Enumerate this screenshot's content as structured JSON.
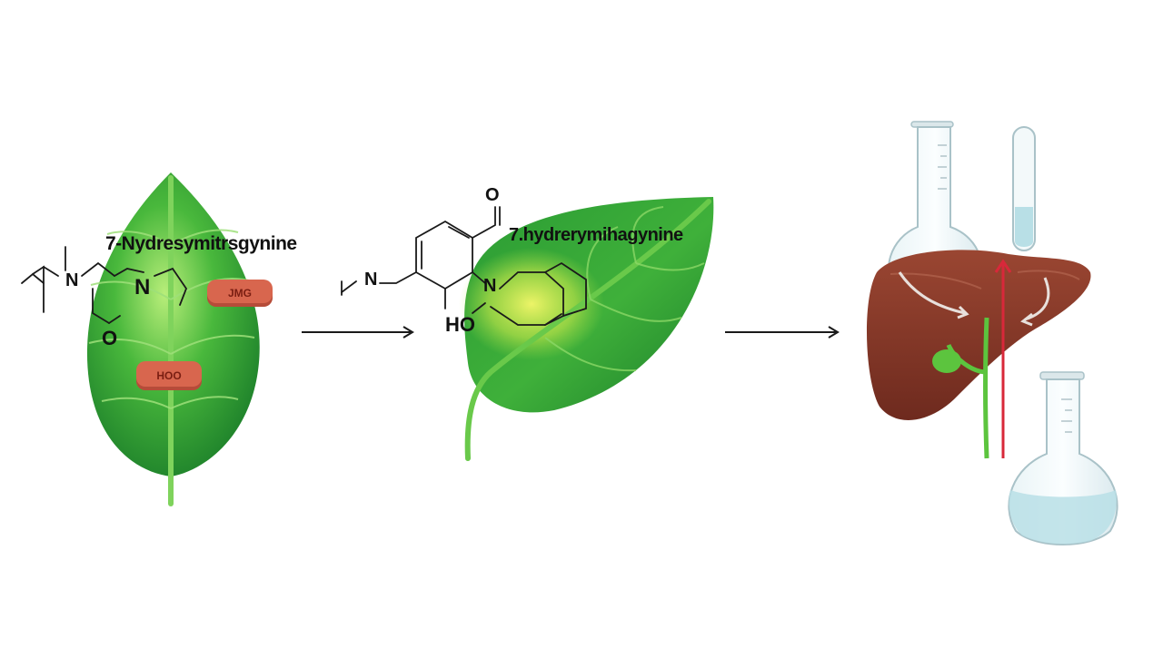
{
  "labels": {
    "left_compound": "7-Nydresymitrsgynine",
    "middle_compound": "7.hydrerymihagynine"
  },
  "atoms": {
    "left_n1": "N",
    "left_n2": "N",
    "left_o": "O",
    "mid_n1": "N",
    "mid_o_top": "O",
    "mid_n2": "N",
    "mid_ho": "HO"
  },
  "pills": {
    "upper": "JMG",
    "lower": "HOO"
  },
  "icons": {
    "leaf": "leaf-icon",
    "arrow": "arrow-right-icon",
    "liver": "liver-icon",
    "flask": "flask-icon",
    "test_tube": "test-tube-icon"
  },
  "colors": {
    "leaf_dark": "#1f8a2e",
    "leaf_light": "#6fd14a",
    "liver": "#8a3a2a",
    "pill": "#d8664e",
    "glass_liquid": "#b8dfe6",
    "vessel_red": "#d8283a",
    "vessel_green": "#5cc43e"
  }
}
